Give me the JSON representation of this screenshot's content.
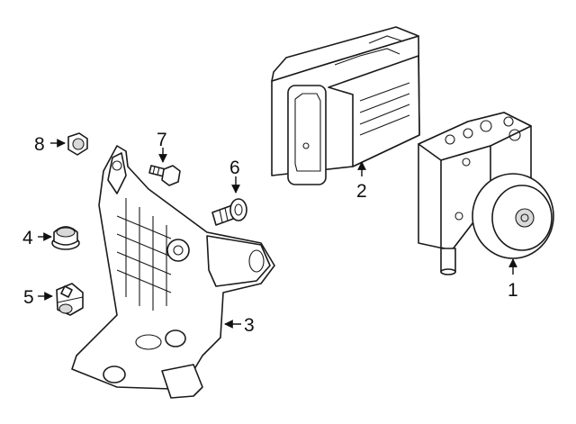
{
  "callouts": {
    "c1": "1",
    "c2": "2",
    "c3": "3",
    "c4": "4",
    "c5": "5",
    "c6": "6",
    "c7": "7",
    "c8": "8"
  },
  "parts": [
    {
      "callout": "1",
      "part": "abs-hydraulic-unit"
    },
    {
      "callout": "2",
      "part": "control-module"
    },
    {
      "callout": "3",
      "part": "mounting-bracket"
    },
    {
      "callout": "4",
      "part": "grommet"
    },
    {
      "callout": "5",
      "part": "clip"
    },
    {
      "callout": "6",
      "part": "stud-bolt"
    },
    {
      "callout": "7",
      "part": "bolt"
    },
    {
      "callout": "8",
      "part": "nut"
    }
  ]
}
